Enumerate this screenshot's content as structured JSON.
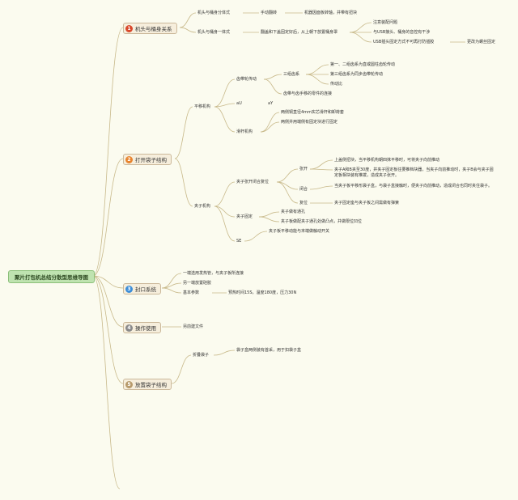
{
  "title": "聚片打包机总结分散型思维导图",
  "colors": {
    "background": "#fbfbef",
    "line": "#c8b98a",
    "root_fill": "#bfe3b0",
    "branch_fill": "#f6eedc",
    "badge_1": "#d9482b",
    "badge_2": "#e8842e",
    "badge_3": "#3d8ed8",
    "badge_4": "#8a8a8a",
    "badge_5": "#b79a6b"
  },
  "branches": [
    {
      "number": "1",
      "label": "机头与桶身关系",
      "children": [
        {
          "label": "机头与桶身分体式",
          "child": "手动翻转",
          "leaf": "机器因面板转轴，并带有扭块"
        },
        {
          "label": "机头与桶身一体式",
          "child": "翻盖和下盖固定好后，从上朝下放置桶身罩",
          "leaves": [
            "注意装配问题",
            "与USB接头、桶身的音控有干涉",
            "USB插头固定方式不可再打防插胶"
          ],
          "leaf_extra": "更改为螺丝固定"
        }
      ]
    },
    {
      "number": "2",
      "label": "打开袋子结构",
      "children": [
        {
          "label": "平移机构",
          "gear": {
            "label": "齿带轮传动",
            "sub": "三组齿系",
            "items": [
              "第一、二组齿系为直或圆柱齿轮传动",
              "第三组齿系为同步齿带轮传动",
              "传动比"
            ],
            "note": "齿带与齿手移的零件的连接"
          },
          "au": {
            "label": "aU",
            "value": "aY"
          },
          "slide": {
            "label": "滑杆机构",
            "items": [
              "两侧铜直径4mm实芯滑杆和卸荷套",
              "两侧并用端侧有固定块进行固定"
            ]
          }
        },
        {
          "label": "夹子机构",
          "openclose": {
            "label": "夹子张开闭合复位",
            "open": {
              "label": "张开",
              "items": [
                "上盖侧扭块，当平移机构朝四抹平移时，可将夹子向前推动",
                "夹子A和B夹至30度，并夹子固定板往要推档块器，当夹子向前推动时，夹子B会与夹子固定板相块装有推拨，造成夹子张开。"
              ]
            },
            "close": {
              "label": "闭合",
              "item": "当夹子板平移形袋子盒，与袋子盒接触时，便夹子向前推动，造成闭合也同时夹住袋子。"
            },
            "reset": {
              "label": "复位",
              "item": "夹子固定座与夹子板之间需做有弹簧"
            }
          },
          "fixed": {
            "label": "夹子固定",
            "items": [
              "夹子做有通孔",
              "夹子板做配夹子通孔处做凸点，并做限位凹位"
            ]
          },
          "se": {
            "label": "SE",
            "item": "夹子板平移动能与末端做触动开关"
          }
        }
      ]
    },
    {
      "number": "3",
      "label": "封口系统",
      "children": [
        {
          "label": "一端选用发热管，与夹子板所连接"
        },
        {
          "label": "另一端放置硅胶"
        },
        {
          "label": "基本参数",
          "child": "预热时间15S，温度180度，压力30N"
        }
      ]
    },
    {
      "number": "4",
      "label": "操作使用",
      "children": [
        {
          "label": "另前建文件"
        }
      ]
    },
    {
      "number": "5",
      "label": "放置袋子结构",
      "children": [
        {
          "label": "折叠袋子",
          "child": "袋子盒两侧装有首采，用于扣袋子盒"
        }
      ]
    }
  ]
}
